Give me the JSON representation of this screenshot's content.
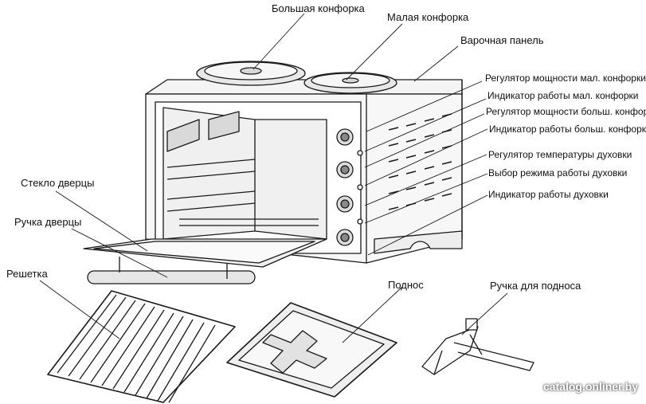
{
  "labels": {
    "big_burner": "Большая конфорка",
    "small_burner": "Малая конфорка",
    "cooktop": "Варочная панель",
    "small_power": "Регулятор мощности мал. конфорки",
    "small_ind": "Индикатор работы  мал. конфорки",
    "big_power": "Регулятор мощности больш. конфорки",
    "big_ind": "Индикатор работы  больш. конфорки",
    "oven_temp": "Регулятор температуры духовки",
    "oven_mode": "Выбор режима работы духовки",
    "oven_ind": "Индикатор работы духовки",
    "door_glass": "Стекло дверцы",
    "door_handle": "Ручка дверцы",
    "grill": "Решетка",
    "tray": "Поднос",
    "tray_handle": "Ручка для подноса"
  },
  "watermark": "catalog.onliner.by",
  "colors": {
    "line": "#1a1a1a",
    "body": "#f4f4f4",
    "cavity": "#e6e6e6"
  }
}
